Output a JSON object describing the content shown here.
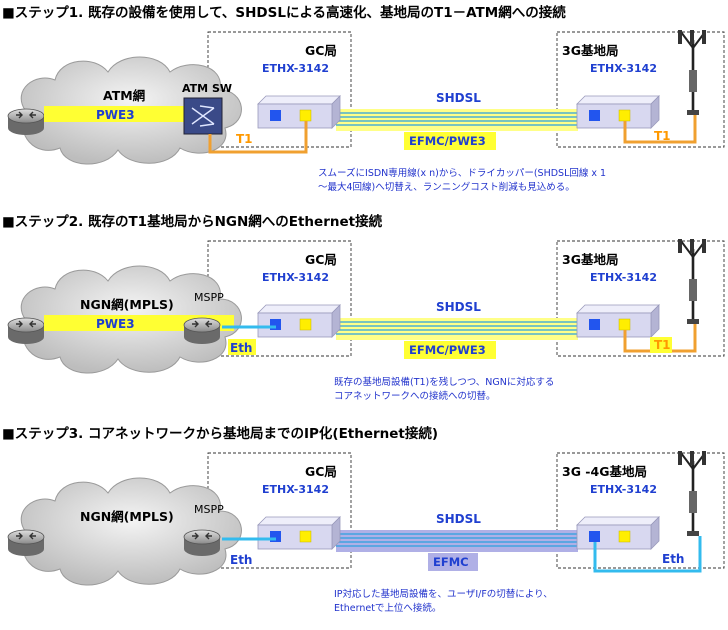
{
  "steps": [
    {
      "heading": "■ステップ1. 既存の設備を使用して、SHDSLによる高速化、基地局のT1－ATM網への接続",
      "cloud": "ATM網",
      "pwe_label": "PWE3",
      "edge_device": "ATM SW",
      "gc_title": "GC局",
      "gc_device": "ETHX-3142",
      "base_title": "3G基地局",
      "base_device": "ETHX-3142",
      "link": "SHDSL",
      "link_box": "EFMC/PWE3",
      "gc_port": "T1",
      "base_port": "T1",
      "note1": "スムーズにISDN専用線(x n)から、ドライカッパー(SHDSL回線 x 1",
      "note2": "～最大4回線)へ切替え、ランニングコスト削減も見込める。"
    },
    {
      "heading": "■ステップ2. 既存のT1基地局からNGN網へのEthernet接続",
      "cloud": "NGN網(MPLS)",
      "pwe_label": "PWE3",
      "edge_device": "MSPP",
      "gc_title": "GC局",
      "gc_device": "ETHX-3142",
      "base_title": "3G基地局",
      "base_device": "ETHX-3142",
      "link": "SHDSL",
      "link_box": "EFMC/PWE3",
      "gc_port": "Eth",
      "base_port": "T1",
      "note1": "既存の基地局設備(T1)を残しつつ、NGNに対応する",
      "note2": "コアネットワークへの接続への切替。"
    },
    {
      "heading": "■ステップ3. コアネットワークから基地局までのIP化(Ethernet接続)",
      "cloud": "NGN網(MPLS)",
      "edge_device": "MSPP",
      "gc_title": "GC局",
      "gc_device": "ETHX-3142",
      "base_title": "3G -4G基地局",
      "base_device": "ETHX-3142",
      "link": "SHDSL",
      "link_box": "EFMC",
      "gc_port": "Eth",
      "base_port": "Eth",
      "note1": "IP対応した基地局設備を、ユーザI/Fの切替により、",
      "note2": "Ethernetで上位へ接続。"
    }
  ],
  "colors": {
    "heading": "#000000",
    "blue_text": "#1f3fd0",
    "note": "#2233cc",
    "pwe_band": "#ffff33",
    "t1_line": "#f0a030",
    "eth_line": "#33bbee",
    "shdsl_line": "#2aa0e0",
    "device_body": "#d8d8f0",
    "port_blue": "#2255ee",
    "port_yellow": "#ffee00",
    "efmc_band": "#b0b0e6"
  },
  "icons": [
    "router-icon",
    "atm-switch-icon",
    "antenna-tower-icon"
  ]
}
